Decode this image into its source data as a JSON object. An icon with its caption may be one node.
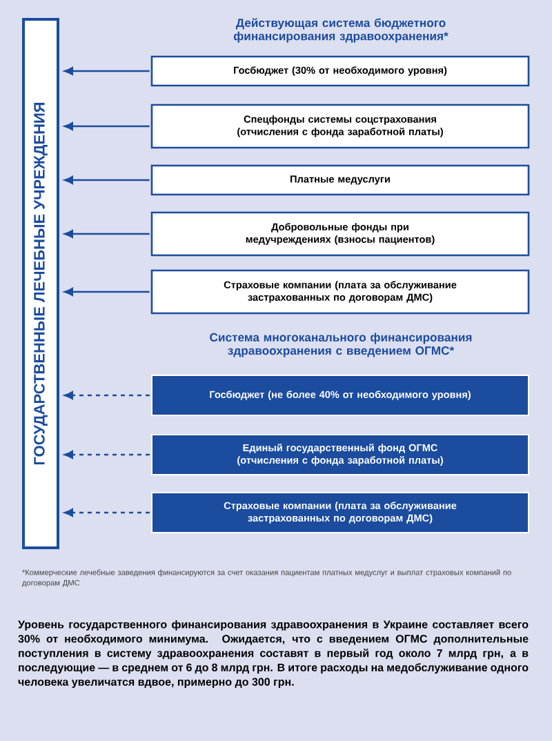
{
  "diagram": {
    "nodes": [
      {
        "text": [
          "ГОСУДАРСТВЕННЫЕ ЛЕЧЕБНЫЕ УЧРЕЖДЕНИЯ"
        ]
      },
      {
        "text": [
          "Госбюджет (30% от необходимого уровня)"
        ]
      },
      {
        "text": [
          "Спецфонды системы соцстрахования (отчисления с фонда заработной платы)"
        ]
      },
      {
        "text": [
          "Платные медуслуги"
        ]
      },
      {
        "text": [
          "Добровольные фонды при медучреждениях (взносы пациентов)"
        ]
      },
      {
        "text": [
          "Страховые компании (плата за обслуживание застрахованных по договорам ДМС)"
        ]
      },
      {
        "text": [
          "Госбюджет (не более 40% от необходимого уровня)"
        ]
      },
      {
        "text": [
          "Единый государственный фонд ОГМС (отчисления с фонда заработной платы)"
        ]
      },
      {
        "text": [
          "Страховые компании (плата за обслуживание застрахованных по договорам ДМС)"
        ]
      }
    ],
    "edges": [
      {
        "from": 1,
        "to": 0,
        "arrow": "to"
      },
      {
        "from": 2,
        "to": 0,
        "arrow": "to"
      },
      {
        "from": 3,
        "to": 0,
        "arrow": "to"
      },
      {
        "from": 4,
        "to": 0,
        "arrow": "to"
      },
      {
        "from": 5,
        "to": 0,
        "arrow": "to"
      },
      {
        "from": 6,
        "to": 0,
        "arrow": "to",
        "style": "dashed"
      },
      {
        "from": 7,
        "to": 0,
        "arrow": "to",
        "style": "dashed"
      },
      {
        "from": 8,
        "to": 0,
        "arrow": "to",
        "style": "dashed"
      }
    ],
    "labels": [
      "Действующая система бюджетного финансирования здравоохранения*",
      "Система многоканального финансирования здравоохранения с введением ОГМС*",
      "*Коммерческие лечебные заведения финансируются за счет оказания пациентам платных медуслуг и выплат страховых компаний по договорам ДМС",
      "Уровень государственного финансирования здравоохранения в Украине составляет всего 30% от необходимого минимума. Ожидается, что с введением ОГМС дополнительные поступления в систему здравоохранения составят в первый год около 7 млрд грн, а в последующие — в среднем от 6 до 8 млрд грн. В итоге расходы на медобслуживание одного человека увеличатся вдвое, примерно до 300 грн."
    ]
  }
}
